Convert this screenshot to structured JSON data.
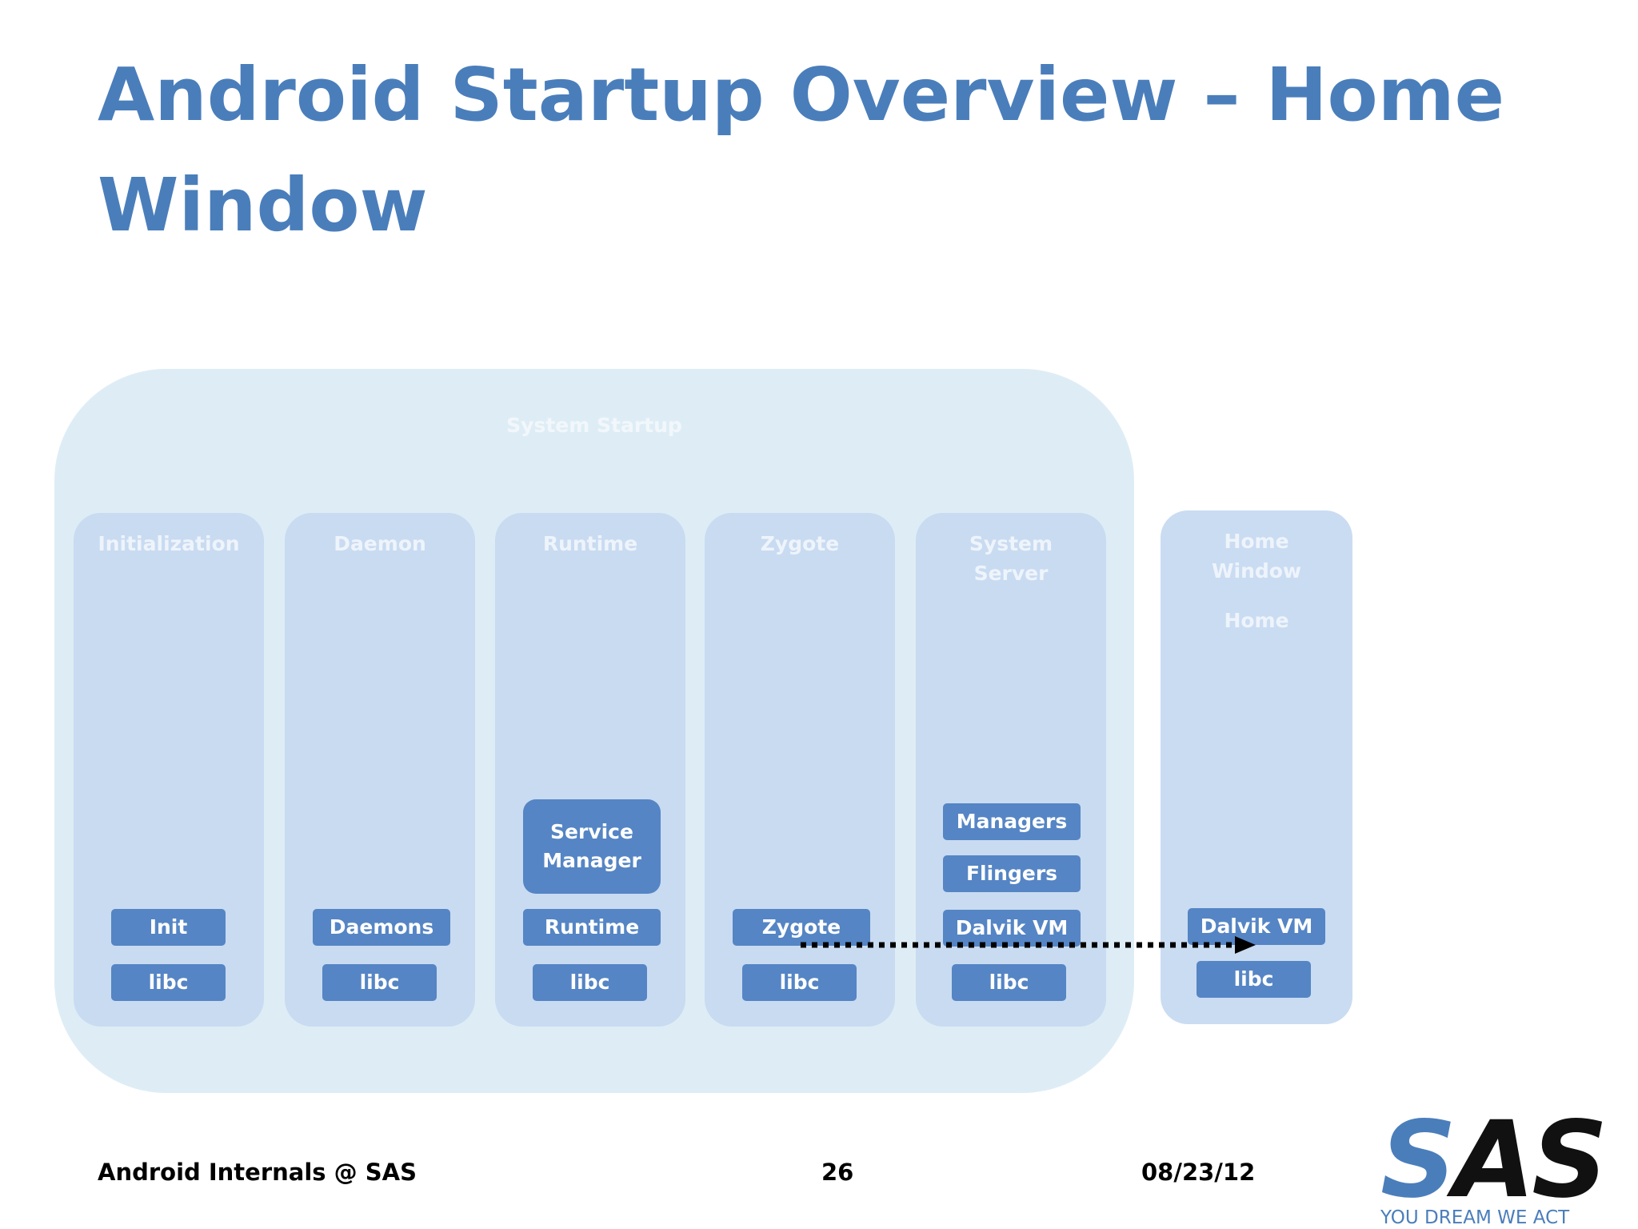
{
  "slide": {
    "title": "Android Startup Overview – Home Window"
  },
  "diagram": {
    "container_label": "System Startup",
    "columns": {
      "initialization": {
        "label": "Initialization",
        "boxes": [
          "Init",
          "libc"
        ]
      },
      "daemon": {
        "label": "Daemon",
        "boxes": [
          "Daemons",
          "libc"
        ]
      },
      "runtime": {
        "label": "Runtime",
        "boxes": [
          "Service Manager",
          "Runtime",
          "libc"
        ]
      },
      "zygote": {
        "label": "Zygote",
        "boxes": [
          "Zygote",
          "libc"
        ]
      },
      "system_server": {
        "label": "System Server",
        "boxes": [
          "Managers",
          "Flingers",
          "Dalvik VM",
          "libc"
        ]
      }
    },
    "home_window": {
      "label": "Home Window",
      "sublabel": "Home",
      "boxes": [
        "Dalvik VM",
        "libc"
      ]
    },
    "arrow": {
      "from": "Zygote",
      "to": "Home Window",
      "style": "dotted"
    },
    "colors": {
      "title": "#4a7ebb",
      "container": "#deedf5",
      "column": "#c9dbf1",
      "box": "#5585c4"
    }
  },
  "footer": {
    "left": "Android Internals @ SAS",
    "page": "26",
    "date": "08/23/12"
  },
  "logo": {
    "letters_first": "S",
    "letters_rest": "AS",
    "tagline": "YOU DREAM WE ACT"
  }
}
